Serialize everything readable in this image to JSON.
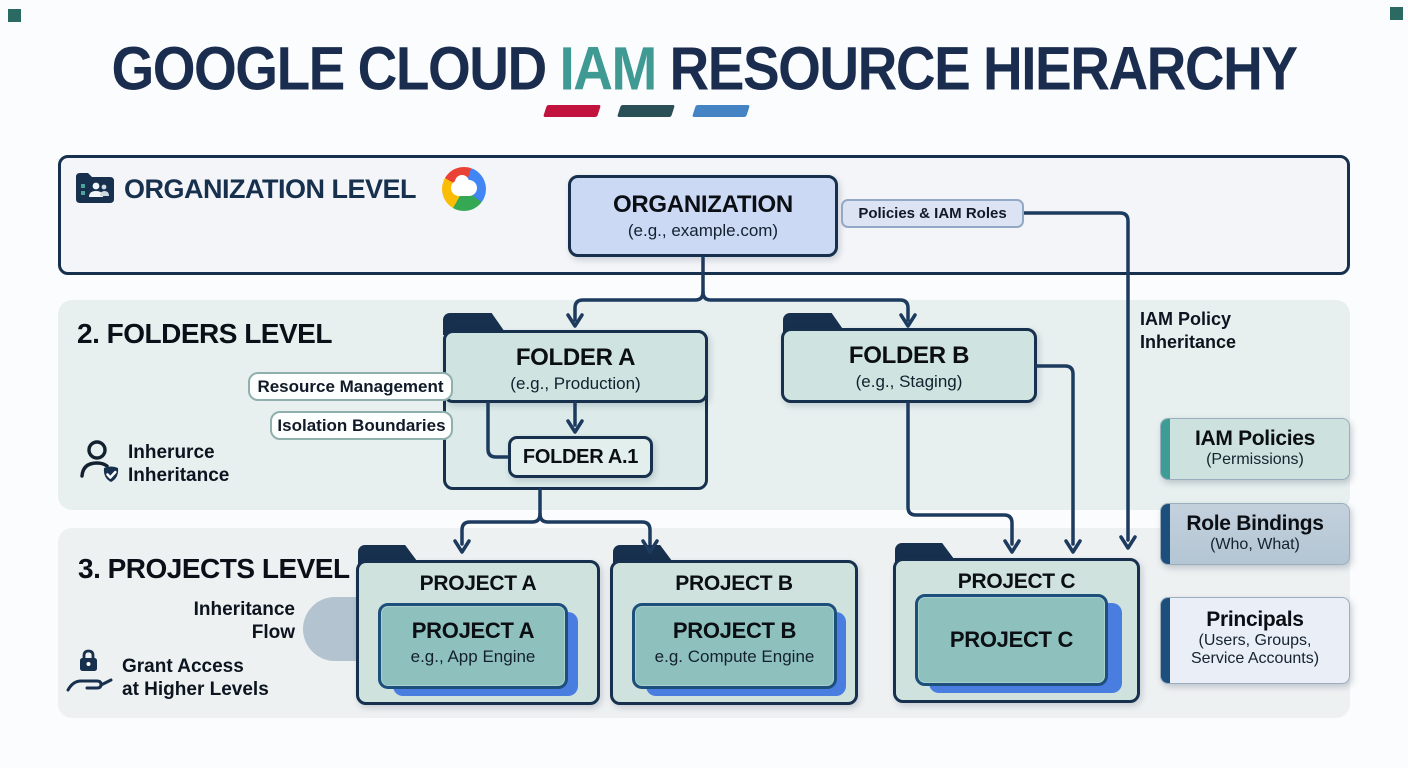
{
  "title": {
    "part1": "GOOGLE CLOUD ",
    "accent": "IAM",
    "part2": " RESOURCE HIERARCHY"
  },
  "colors": {
    "navy": "#16304d",
    "teal_accent": "#3f9a94",
    "line": "#1d3a5f",
    "dash_red": "#c2133f",
    "dash_teal": "#2a4f56",
    "dash_blue": "#4584c4",
    "org_fill": "#ccd9f4",
    "folder_fill": "#cfe3e0",
    "project_fill": "#cfe2de",
    "inner_card_fill": "#8ec1bd",
    "inner_card_shadow": "#4a7de0"
  },
  "org_section": {
    "heading": "ORGANIZATION LEVEL",
    "box_title": "ORGANIZATION",
    "box_subtitle": "(e.g., example.com)",
    "pill": "Policies & IAM Roles"
  },
  "folders_section": {
    "heading": "2. FOLDERS LEVEL",
    "pill_resource": "Resource Management",
    "pill_isolation": "Isolation Boundaries",
    "note_line1": "Inherurce",
    "note_line2": "Inheritance",
    "folder_a_title": "FOLDER A",
    "folder_a_subtitle": "(e.g., Production)",
    "folder_a1_title": "FOLDER A.1",
    "folder_b_title": "FOLDER B",
    "folder_b_subtitle": "(e.g., Staging)"
  },
  "projects_section": {
    "heading": "3. PROJECTS LEVEL",
    "flow_line1": "Inheritance",
    "flow_line2": "Flow",
    "grant_line1": "Grant Access",
    "grant_line2": "at Higher Levels",
    "project_a_title": "PROJECT A",
    "project_a_card": "PROJECT A",
    "project_a_sub": "e.g., App Engine",
    "project_b_title": "PROJECT B",
    "project_b_card": "PROJECT B",
    "project_b_sub": "e.g. Compute Engine",
    "project_c_title": "PROJECT C",
    "project_c_card": "PROJECT C"
  },
  "right_panel": {
    "inheritance_line1": "IAM Policy",
    "inheritance_line2": "Inheritance",
    "card1_title": "IAM Policies",
    "card1_sub": "(Permissions)",
    "card2_title": "Role Bindings",
    "card2_sub": "(Who, What)",
    "card3_title": "Principals",
    "card3_sub1": "(Users, Groups,",
    "card3_sub2": "Service Accounts)"
  }
}
